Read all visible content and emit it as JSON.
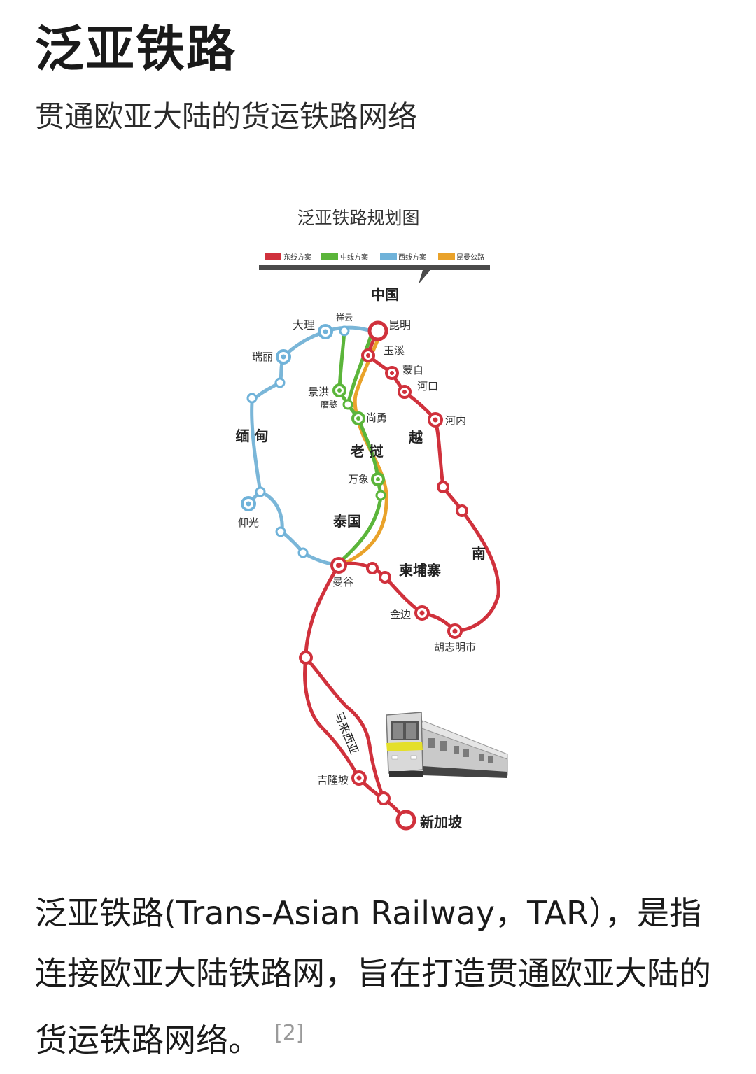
{
  "page": {
    "title": "泛亚铁路",
    "subtitle": "贯通欧亚大陆的货运铁路网络"
  },
  "map": {
    "title": "泛亚铁路规划图",
    "legend": [
      {
        "label": "东线方案",
        "color": "#d0313c"
      },
      {
        "label": "中线方案",
        "color": "#5bb53a"
      },
      {
        "label": "西线方案",
        "color": "#6fb2d9"
      },
      {
        "label": "昆曼公路",
        "color": "#e9a22a"
      }
    ],
    "countries": {
      "china": "中国",
      "myanmar": "缅 甸",
      "laos": "老 挝",
      "vietnam_1": "越",
      "vietnam_2": "南",
      "thailand": "泰国",
      "cambodia": "柬埔寨",
      "malaysia": "马来西亚"
    },
    "cities": {
      "kunming": "昆明",
      "yuxi": "玉溪",
      "mengzi": "蒙自",
      "hekou": "河口",
      "hanoi": "河内",
      "xiangyun": "祥云",
      "dali": "大理",
      "ruili": "瑞丽",
      "jinghong": "景洪",
      "mohan": "磨憨",
      "shangyong": "尚勇",
      "vientiane": "万象",
      "yangon": "仰光",
      "bangkok": "曼谷",
      "phnompenh": "金边",
      "hochiminh": "胡志明市",
      "kualalumpur": "吉隆坡",
      "singapore": "新加坡"
    }
  },
  "body": {
    "paragraph": "泛亚铁路(Trans-Asian Railway，TAR），是指连接欧亚大陆铁路网，旨在打造贯通欧亚大陆的货运铁路网络。",
    "citation": "[2]"
  }
}
